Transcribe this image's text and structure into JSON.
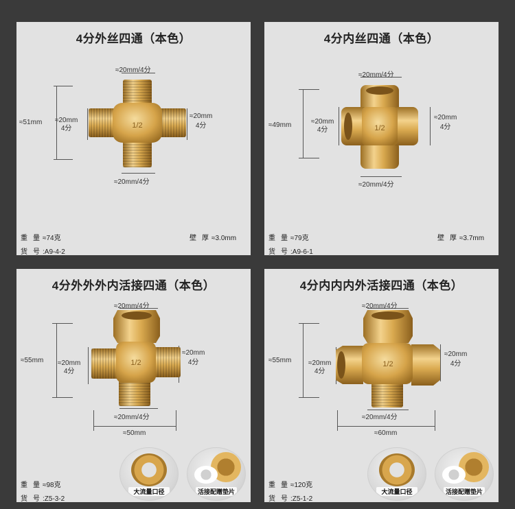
{
  "panels": [
    {
      "title": "4分外丝四通（本色）",
      "height_label": "≈51mm",
      "top_label": "≈20mm/4分",
      "bottom_label": "≈20mm/4分",
      "left_label_line1": "≈20mm",
      "left_label_line2": "4分",
      "right_label_line1": "≈20mm",
      "right_label_line2": "4分",
      "weight_key": "重量",
      "weight_value": "≈74克",
      "sku_key": "货号",
      "sku_value": ":A9-4-2",
      "wall_key": "壁厚",
      "wall_value": "≈3.0mm"
    },
    {
      "title": "4分内丝四通（本色）",
      "height_label": "≈49mm",
      "top_label": "≈20mm/4分",
      "bottom_label": "≈20mm/4分",
      "left_label_line1": "≈20mm",
      "left_label_line2": "4分",
      "right_label_line1": "≈20mm",
      "right_label_line2": "4分",
      "weight_key": "重量",
      "weight_value": "≈79克",
      "sku_key": "货号",
      "sku_value": ":A9-6-1",
      "wall_key": "壁厚",
      "wall_value": "≈3.7mm"
    },
    {
      "title": "4分外外外内活接四通（本色）",
      "height_label": "≈55mm",
      "top_label": "≈20mm/4分",
      "bottom_label": "≈20mm/4分",
      "left_label_line1": "≈20mm",
      "left_label_line2": "4分",
      "right_label_line1": "≈20mm",
      "right_label_line2": "4分",
      "width_label": "≈50mm",
      "weight_key": "重量",
      "weight_value": "≈98克",
      "sku_key": "货号",
      "sku_value": ":Z5-3-2",
      "badge1": "大流量口径",
      "badge2": "活接配赠垫片"
    },
    {
      "title": "4分内内内外活接四通（本色）",
      "height_label": "≈55mm",
      "top_label": "≈20mm/4分",
      "bottom_label": "≈20mm/4分",
      "left_label_line1": "≈20mm",
      "left_label_line2": "4分",
      "right_label_line1": "≈20mm",
      "right_label_line2": "4分",
      "width_label": "≈60mm",
      "weight_key": "重量",
      "weight_value": "≈120克",
      "sku_key": "货号",
      "sku_value": ":Z5-1-2",
      "badge1": "大流量口径",
      "badge2": "活接配赠垫片"
    }
  ],
  "fitting_marking": "1/2",
  "colors": {
    "brass": "#d9a94f",
    "brass_light": "#f1d189",
    "brass_dark": "#a87a2c",
    "panel_bg": "#e2e2e2",
    "page_bg": "#3a3a3a"
  }
}
